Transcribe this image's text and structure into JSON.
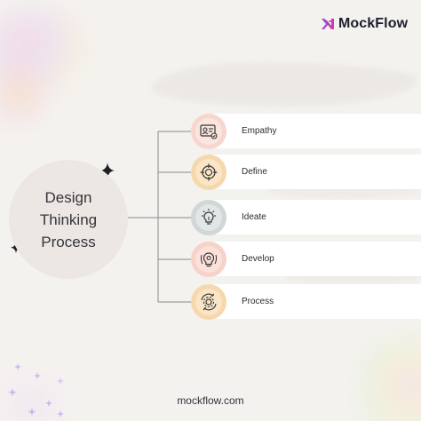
{
  "brand": {
    "name": "MockFlow",
    "mark_icon": "mockflow-logo-icon",
    "accent": "#7b4cf0",
    "accent_alt": "#e0399a"
  },
  "hub": {
    "title": "Design\nThinking\nProcess"
  },
  "steps": [
    {
      "label": "Empathy",
      "icon": "profile-card-icon",
      "ring": "#f6d6ce",
      "fill": "#fbe6df"
    },
    {
      "label": "Define",
      "icon": "crosshair-target-icon",
      "ring": "#f6d8ad",
      "fill": "#fae5c7"
    },
    {
      "label": "Ideate",
      "icon": "lightbulb-icon",
      "ring": "#cfd7d7",
      "fill": "#e1e7e6"
    },
    {
      "label": "Develop",
      "icon": "lightbulb-gear-icon",
      "ring": "#f7d2c9",
      "fill": "#fbe1da"
    },
    {
      "label": "Process",
      "icon": "gear-cycle-icon",
      "ring": "#f6d8ad",
      "fill": "#fae5c7"
    }
  ],
  "footer": {
    "url": "mockflow.com"
  }
}
